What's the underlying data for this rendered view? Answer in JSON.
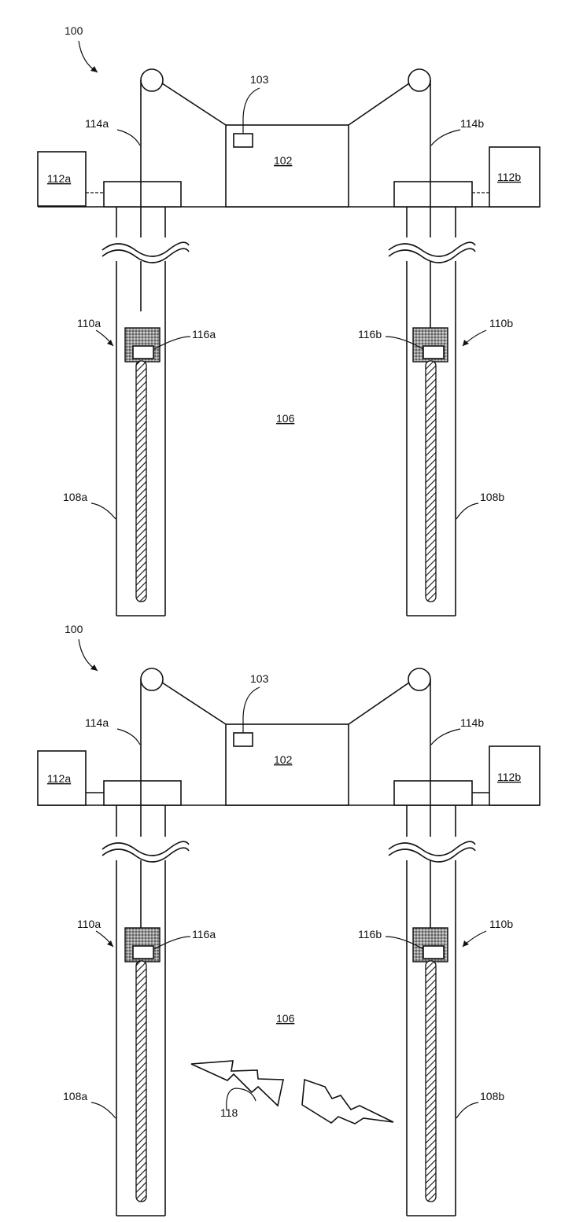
{
  "figure_top": {
    "label_system": "100",
    "label_controller": "102",
    "label_sensor": "103",
    "label_formation": "106",
    "label_wellbore_left": "108a",
    "label_wellbore_right": "108b",
    "label_tool_left": "110a",
    "label_tool_right": "110b",
    "label_surface_left": "112a",
    "label_surface_right": "112b",
    "label_cable_left": "114a",
    "label_cable_right": "114b",
    "label_sensor_left": "116a",
    "label_sensor_right": "116b"
  },
  "figure_bottom": {
    "label_system": "100",
    "label_controller": "102",
    "label_sensor": "103",
    "label_formation": "106",
    "label_wellbore_left": "108a",
    "label_wellbore_right": "108b",
    "label_tool_left": "110a",
    "label_tool_right": "110b",
    "label_surface_left": "112a",
    "label_surface_right": "112b",
    "label_cable_left": "114a",
    "label_cable_right": "114b",
    "label_sensor_left": "116a",
    "label_sensor_right": "116b",
    "label_signal": "118"
  }
}
